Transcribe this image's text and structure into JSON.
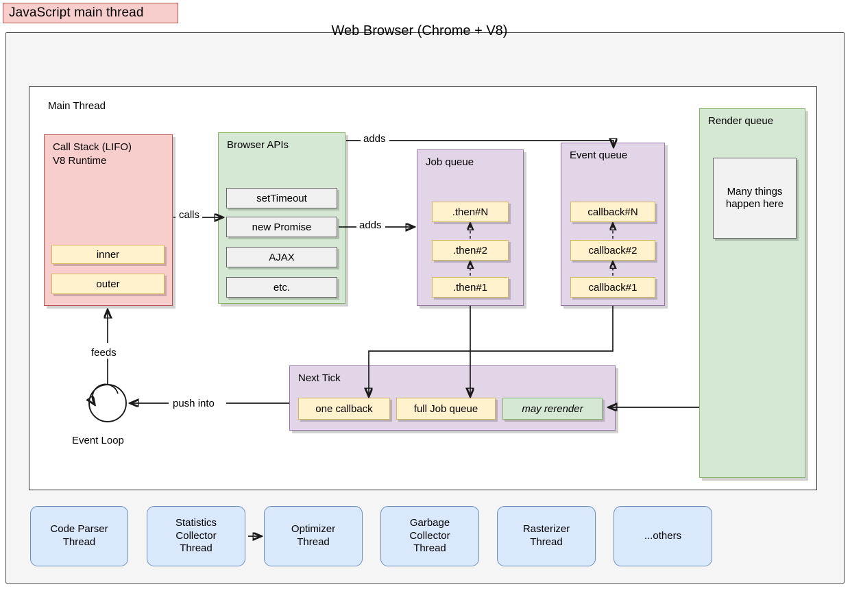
{
  "title_chip": {
    "label": "JavaScript main thread"
  },
  "browser": {
    "title": "Web Browser (Chrome + V8)",
    "main_thread_label": "Main Thread"
  },
  "call_stack": {
    "label": "Call Stack (LIFO)\nV8 Runtime",
    "frames": [
      {
        "label": "inner"
      },
      {
        "label": "outer"
      }
    ]
  },
  "browser_apis": {
    "label": "Browser APIs",
    "items": [
      {
        "label": "setTimeout"
      },
      {
        "label": "new Promise"
      },
      {
        "label": "AJAX"
      },
      {
        "label": "etc."
      }
    ]
  },
  "job_queue": {
    "label": "Job queue",
    "items": [
      {
        "label": ".then#N"
      },
      {
        "label": ".then#2"
      },
      {
        "label": ".then#1"
      }
    ]
  },
  "event_queue": {
    "label": "Event queue",
    "items": [
      {
        "label": "callback#N"
      },
      {
        "label": "callback#2"
      },
      {
        "label": "callback#1"
      }
    ]
  },
  "render_queue": {
    "label": "Render queue",
    "inner_label": "Many things\nhappen here"
  },
  "next_tick": {
    "label": "Next Tick",
    "items": [
      {
        "label": "one callback",
        "style": "yellow"
      },
      {
        "label": "full Job queue",
        "style": "yellow"
      },
      {
        "label": "may rerender",
        "style": "green-italic"
      }
    ]
  },
  "event_loop": {
    "label": "Event Loop"
  },
  "edges": {
    "calls": "calls",
    "adds_top": "adds",
    "adds_mid": "adds",
    "feeds": "feeds",
    "push_into": "push into"
  },
  "worker_threads": [
    {
      "label": "Code Parser\nThread"
    },
    {
      "label": "Statistics\nCollector\nThread"
    },
    {
      "label": "Optimizer\nThread"
    },
    {
      "label": "Garbage\nCollector\nThread"
    },
    {
      "label": "Rasterizer\nThread"
    },
    {
      "label": "...others"
    }
  ],
  "colors": {
    "pink": "#f8cecc",
    "pink_border": "#b85450",
    "green": "#d5e8d4",
    "green_border": "#82b366",
    "purple": "#e1d5e7",
    "purple_border": "#9673a6",
    "blue": "#dae8fc",
    "blue_border": "#6c8ebf",
    "yellow": "#fff2cc",
    "yellow_border": "#d6b656",
    "panel_gray": "#f5f5f5",
    "stroke": "#1a1a1a"
  }
}
